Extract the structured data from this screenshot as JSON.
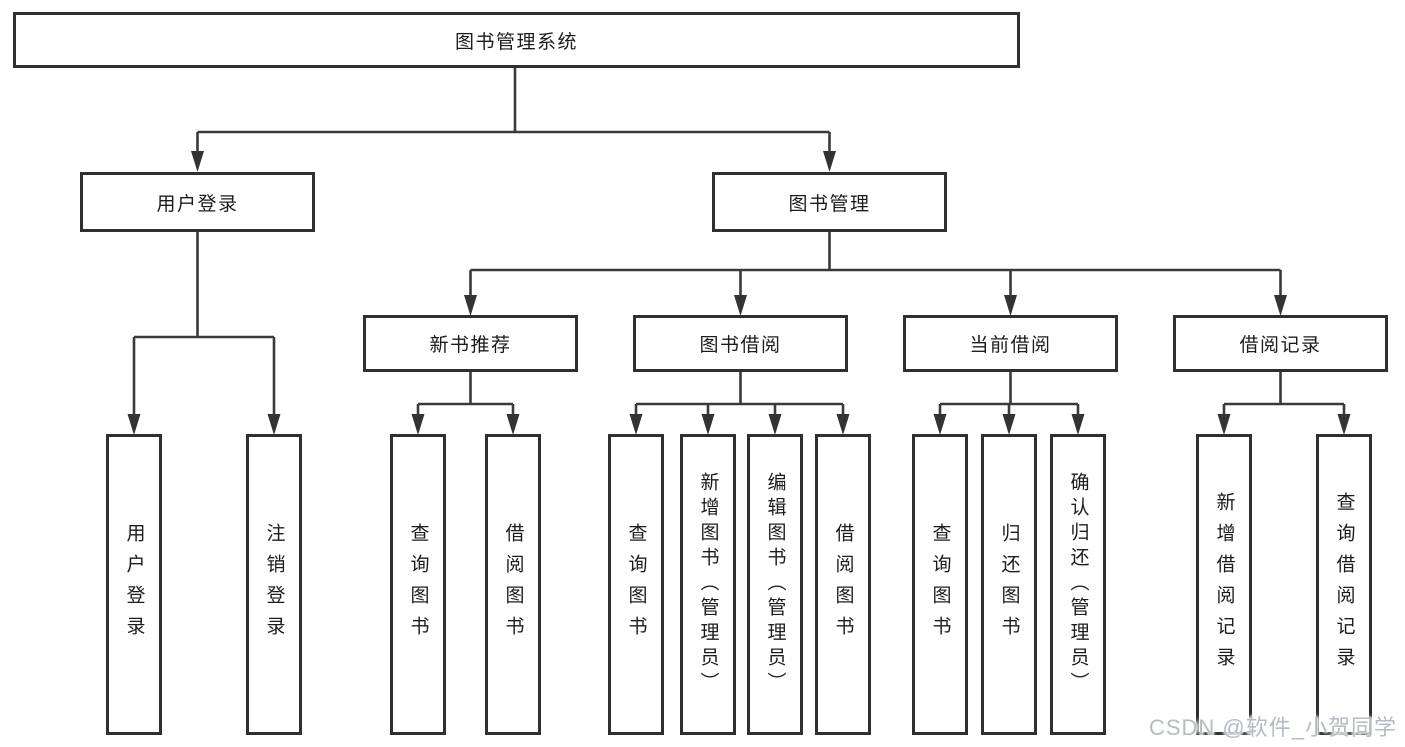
{
  "watermark": "CSDN @软件_小贺同学",
  "tree": {
    "root": "图书管理系统",
    "branches": [
      {
        "label": "用户登录",
        "children": [
          {
            "label": "用户登录"
          },
          {
            "label": "注销登录"
          }
        ]
      },
      {
        "label": "图书管理",
        "children": [
          {
            "label": "新书推荐",
            "children": [
              {
                "label": "查询图书"
              },
              {
                "label": "借阅图书"
              }
            ]
          },
          {
            "label": "图书借阅",
            "children": [
              {
                "label": "查询图书"
              },
              {
                "label": "新增图书（管理员）"
              },
              {
                "label": "编辑图书（管理员）"
              },
              {
                "label": "借阅图书"
              }
            ]
          },
          {
            "label": "当前借阅",
            "children": [
              {
                "label": "查询图书"
              },
              {
                "label": "归还图书"
              },
              {
                "label": "确认归还（管理员）"
              }
            ]
          },
          {
            "label": "借阅记录",
            "children": [
              {
                "label": "新增借阅记录"
              },
              {
                "label": "查询借阅记录"
              }
            ]
          }
        ]
      }
    ]
  }
}
